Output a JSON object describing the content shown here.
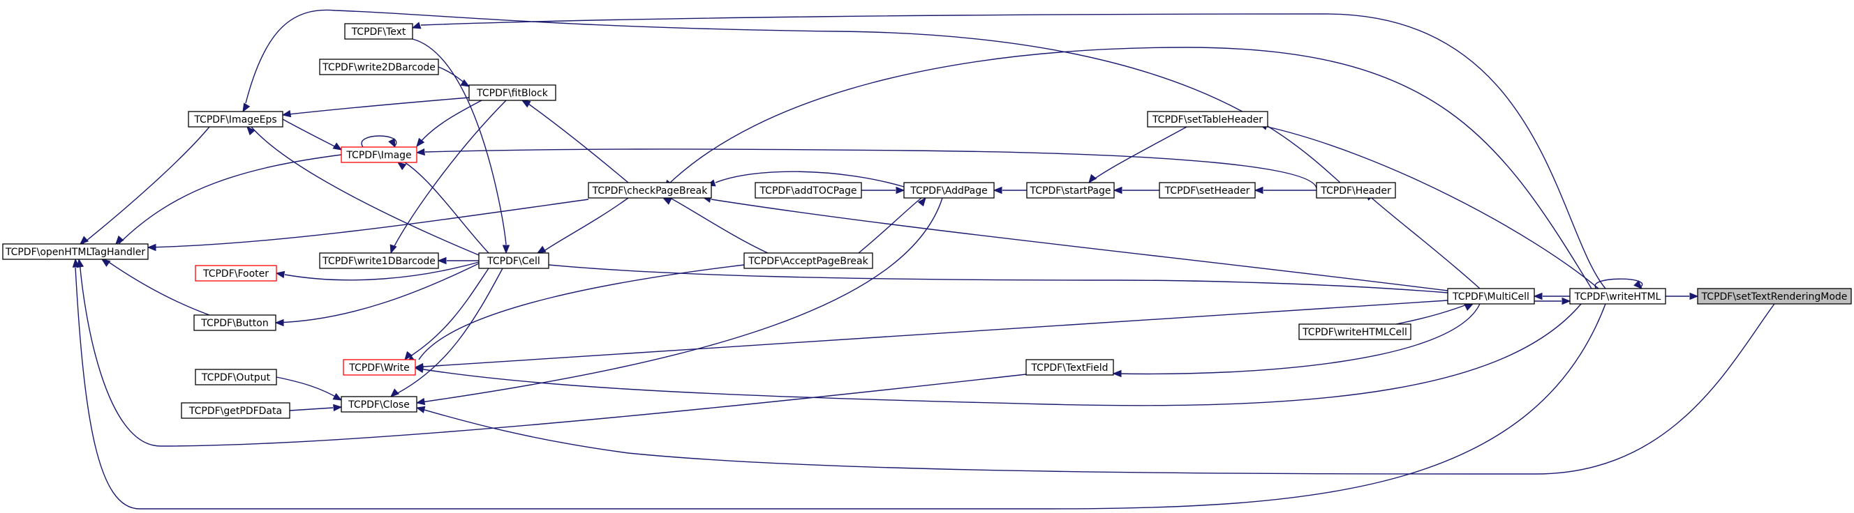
{
  "colors": {
    "edge": "#191970",
    "box_border": "#000000",
    "box_border_truncated": "#ff0000",
    "box_fill": "#ffffff",
    "focus_fill": "#bfbfbf"
  },
  "nodes": [
    {
      "id": "setTextRenderingMode",
      "label": "TCPDF\\setTextRenderingMode",
      "style": "focus"
    },
    {
      "id": "writeHTML",
      "label": "TCPDF\\writeHTML",
      "style": "normal"
    },
    {
      "id": "MultiCell",
      "label": "TCPDF\\MultiCell",
      "style": "normal"
    },
    {
      "id": "writeHTMLCell",
      "label": "TCPDF\\writeHTMLCell",
      "style": "normal"
    },
    {
      "id": "Header",
      "label": "TCPDF\\Header",
      "style": "normal"
    },
    {
      "id": "setHeader",
      "label": "TCPDF\\setHeader",
      "style": "normal"
    },
    {
      "id": "setTableHeader",
      "label": "TCPDF\\setTableHeader",
      "style": "normal"
    },
    {
      "id": "startPage",
      "label": "TCPDF\\startPage",
      "style": "normal"
    },
    {
      "id": "AddPage",
      "label": "TCPDF\\AddPage",
      "style": "normal"
    },
    {
      "id": "addTOCPage",
      "label": "TCPDF\\addTOCPage",
      "style": "normal"
    },
    {
      "id": "AcceptPageBreak",
      "label": "TCPDF\\AcceptPageBreak",
      "style": "normal"
    },
    {
      "id": "checkPageBreak",
      "label": "TCPDF\\checkPageBreak",
      "style": "normal"
    },
    {
      "id": "TextField",
      "label": "TCPDF\\TextField",
      "style": "normal"
    },
    {
      "id": "Text",
      "label": "TCPDF\\Text",
      "style": "normal"
    },
    {
      "id": "write2DBarcode",
      "label": "TCPDF\\write2DBarcode",
      "style": "normal"
    },
    {
      "id": "fitBlock",
      "label": "TCPDF\\fitBlock",
      "style": "normal"
    },
    {
      "id": "ImageEps",
      "label": "TCPDF\\ImageEps",
      "style": "normal"
    },
    {
      "id": "Image",
      "label": "TCPDF\\Image",
      "style": "truncated"
    },
    {
      "id": "Cell",
      "label": "TCPDF\\Cell",
      "style": "normal"
    },
    {
      "id": "write1DBarcode",
      "label": "TCPDF\\write1DBarcode",
      "style": "normal"
    },
    {
      "id": "Footer",
      "label": "TCPDF\\Footer",
      "style": "truncated"
    },
    {
      "id": "Button",
      "label": "TCPDF\\Button",
      "style": "normal"
    },
    {
      "id": "Write",
      "label": "TCPDF\\Write",
      "style": "truncated"
    },
    {
      "id": "Output",
      "label": "TCPDF\\Output",
      "style": "normal"
    },
    {
      "id": "getPDFData",
      "label": "TCPDF\\getPDFData",
      "style": "normal"
    },
    {
      "id": "Close",
      "label": "TCPDF\\Close",
      "style": "normal"
    },
    {
      "id": "openHTMLTagHandler",
      "label": "TCPDF\\openHTMLTagHandler",
      "style": "normal"
    }
  ],
  "edges": [
    {
      "from": "writeHTML",
      "to": "setTextRenderingMode"
    },
    {
      "from": "writeHTML",
      "to": "writeHTML"
    },
    {
      "from": "writeHTML",
      "to": "MultiCell"
    },
    {
      "from": "writeHTML",
      "to": "Text"
    },
    {
      "from": "writeHTML",
      "to": "setTableHeader"
    },
    {
      "from": "writeHTML",
      "to": "checkPageBreak"
    },
    {
      "from": "writeHTML",
      "to": "Write"
    },
    {
      "from": "writeHTML",
      "to": "openHTMLTagHandler"
    },
    {
      "from": "MultiCell",
      "to": "writeHTML"
    },
    {
      "from": "MultiCell",
      "to": "Header"
    },
    {
      "from": "MultiCell",
      "to": "checkPageBreak"
    },
    {
      "from": "MultiCell",
      "to": "Cell"
    },
    {
      "from": "MultiCell",
      "to": "Write"
    },
    {
      "from": "MultiCell",
      "to": "TextField"
    },
    {
      "from": "writeHTMLCell",
      "to": "MultiCell"
    },
    {
      "from": "Header",
      "to": "setHeader"
    },
    {
      "from": "Header",
      "to": "Image"
    },
    {
      "from": "Header",
      "to": "ImageEps"
    },
    {
      "from": "setHeader",
      "to": "startPage"
    },
    {
      "from": "setTableHeader",
      "to": "startPage"
    },
    {
      "from": "startPage",
      "to": "AddPage"
    },
    {
      "from": "addTOCPage",
      "to": "AddPage"
    },
    {
      "from": "AddPage",
      "to": "checkPageBreak"
    },
    {
      "from": "AddPage",
      "to": "AcceptPageBreak"
    },
    {
      "from": "AddPage",
      "to": "Close"
    },
    {
      "from": "AcceptPageBreak",
      "to": "checkPageBreak"
    },
    {
      "from": "AcceptPageBreak",
      "to": "Write"
    },
    {
      "from": "checkPageBreak",
      "to": "fitBlock"
    },
    {
      "from": "checkPageBreak",
      "to": "Cell"
    },
    {
      "from": "checkPageBreak",
      "to": "openHTMLTagHandler"
    },
    {
      "from": "TextField",
      "to": "openHTMLTagHandler"
    },
    {
      "from": "Text",
      "to": "Cell"
    },
    {
      "from": "write2DBarcode",
      "to": "fitBlock"
    },
    {
      "from": "fitBlock",
      "to": "ImageEps"
    },
    {
      "from": "fitBlock",
      "to": "Image"
    },
    {
      "from": "fitBlock",
      "to": "write1DBarcode"
    },
    {
      "from": "ImageEps",
      "to": "Image"
    },
    {
      "from": "ImageEps",
      "to": "openHTMLTagHandler"
    },
    {
      "from": "Image",
      "to": "Image"
    },
    {
      "from": "Image",
      "to": "openHTMLTagHandler"
    },
    {
      "from": "Cell",
      "to": "write1DBarcode"
    },
    {
      "from": "Cell",
      "to": "Footer"
    },
    {
      "from": "Cell",
      "to": "Button"
    },
    {
      "from": "Cell",
      "to": "Write"
    },
    {
      "from": "Cell",
      "to": "Close"
    },
    {
      "from": "Cell",
      "to": "Image"
    },
    {
      "from": "Cell",
      "to": "ImageEps"
    },
    {
      "from": "Button",
      "to": "openHTMLTagHandler"
    },
    {
      "from": "Output",
      "to": "Close"
    },
    {
      "from": "getPDFData",
      "to": "Close"
    },
    {
      "from": "setTextRenderingMode",
      "to": "Close"
    },
    {
      "from": "writeHTML",
      "to": "Close"
    }
  ]
}
